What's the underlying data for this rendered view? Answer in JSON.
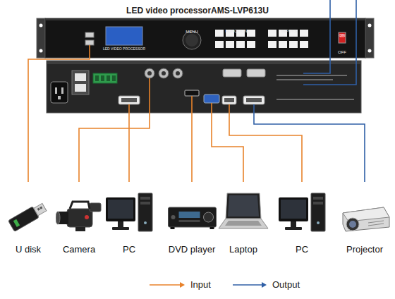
{
  "diagram": {
    "title": "LED video processorAMS-LVP613U",
    "nodes": [
      {
        "text": [
          "LED VIDEO PROCESSOR"
        ]
      },
      {
        "text": [
          "U disk"
        ]
      },
      {
        "text": [
          "Camera"
        ]
      },
      {
        "text": [
          "PC"
        ]
      },
      {
        "text": [
          "DVD player"
        ]
      },
      {
        "text": [
          "Laptop"
        ]
      },
      {
        "text": [
          "PC"
        ]
      },
      {
        "text": [
          "Projector"
        ]
      }
    ],
    "edges": [
      {
        "from": 1,
        "to": 0,
        "arrow": "none"
      },
      {
        "from": 2,
        "to": 0,
        "arrow": "none"
      },
      {
        "from": 3,
        "to": 0,
        "arrow": "none"
      },
      {
        "from": 4,
        "to": 0,
        "arrow": "none"
      },
      {
        "from": 5,
        "to": 0,
        "arrow": "none"
      },
      {
        "from": 6,
        "to": 0,
        "arrow": "none"
      },
      {
        "from": 0,
        "to": 7,
        "arrow": "none"
      }
    ],
    "labels": [
      "MENU",
      "FUNCTION",
      "INPUTS",
      "ON",
      "OFF"
    ],
    "legend": [
      {
        "text": "Input"
      },
      {
        "text": "Output"
      }
    ]
  }
}
